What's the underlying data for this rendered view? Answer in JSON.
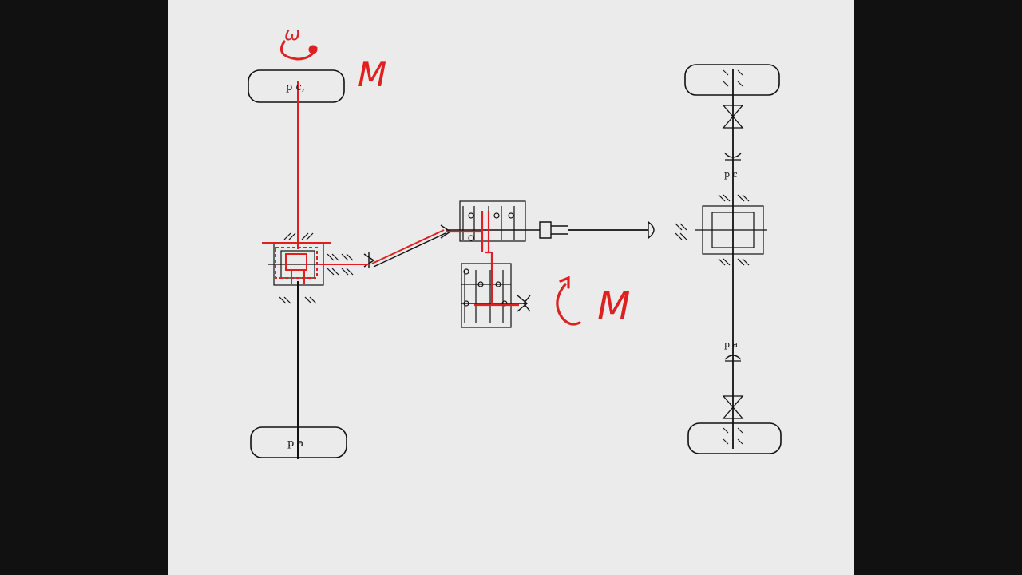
{
  "diagram": {
    "wheel_labels": {
      "front_left": "p c,",
      "rear_left": "p a",
      "front_right": "p c",
      "rear_right": "p a"
    },
    "annotations": {
      "omega": "ω",
      "moment_wheel": "M",
      "moment_gearbox": "M"
    },
    "colors": {
      "background_outer": "#111111",
      "sheet": "#ebebeb",
      "ink": "#111111",
      "highlight": "#e02020"
    }
  }
}
